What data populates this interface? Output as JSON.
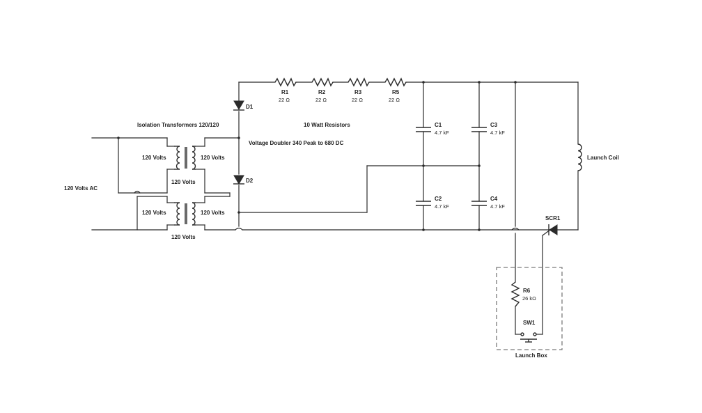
{
  "labels": {
    "iso_transformers": "Isolation Transformers 120/120",
    "resistors_note": "10 Watt Resistors",
    "voltage_doubler": "Voltage Doubler 340 Peak to 680 DC",
    "ac_input": "120 Volts AC",
    "launch_coil": "Launch Coil",
    "launch_box": "Launch Box"
  },
  "transformers": [
    {
      "primary": "120 Volts",
      "secondary": "120 Volts",
      "below": "120 Volts"
    },
    {
      "primary": "120 Volts",
      "secondary": "120 Volts",
      "below": "120 Volts"
    }
  ],
  "diodes": [
    {
      "name": "D1"
    },
    {
      "name": "D2"
    }
  ],
  "resistors": [
    {
      "name": "R1",
      "value": "22 Ω"
    },
    {
      "name": "R2",
      "value": "22 Ω"
    },
    {
      "name": "R3",
      "value": "22 Ω"
    },
    {
      "name": "R5",
      "value": "22 Ω"
    },
    {
      "name": "R6",
      "value": "26 kΩ"
    }
  ],
  "capacitors": [
    {
      "name": "C1",
      "value": "4.7 kF"
    },
    {
      "name": "C3",
      "value": "4.7 kF"
    },
    {
      "name": "C2",
      "value": "4.7 kF"
    },
    {
      "name": "C4",
      "value": "4.7 kF"
    }
  ],
  "scr": {
    "name": "SCR1"
  },
  "switch": {
    "name": "SW1"
  }
}
